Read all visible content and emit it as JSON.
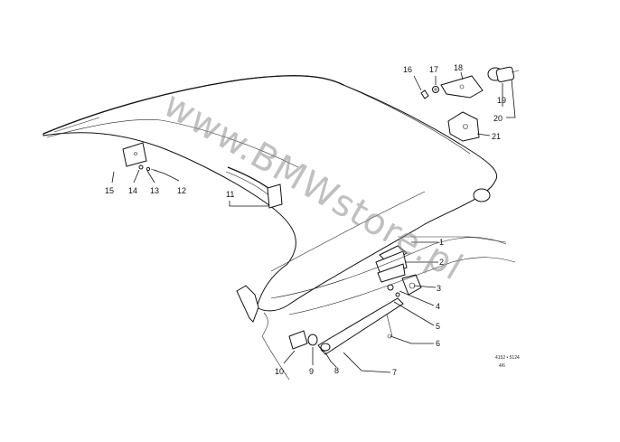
{
  "diagram": {
    "callouts": [
      "1",
      "2",
      "3",
      "4",
      "5",
      "6",
      "7",
      "8",
      "9",
      "10",
      "11",
      "12",
      "13",
      "14",
      "15",
      "16",
      "17",
      "18",
      "19",
      "20",
      "21"
    ],
    "reference_code": "4152 • 5124",
    "page_ref": "4/6",
    "watermark": "www.BMWstore.pl"
  }
}
